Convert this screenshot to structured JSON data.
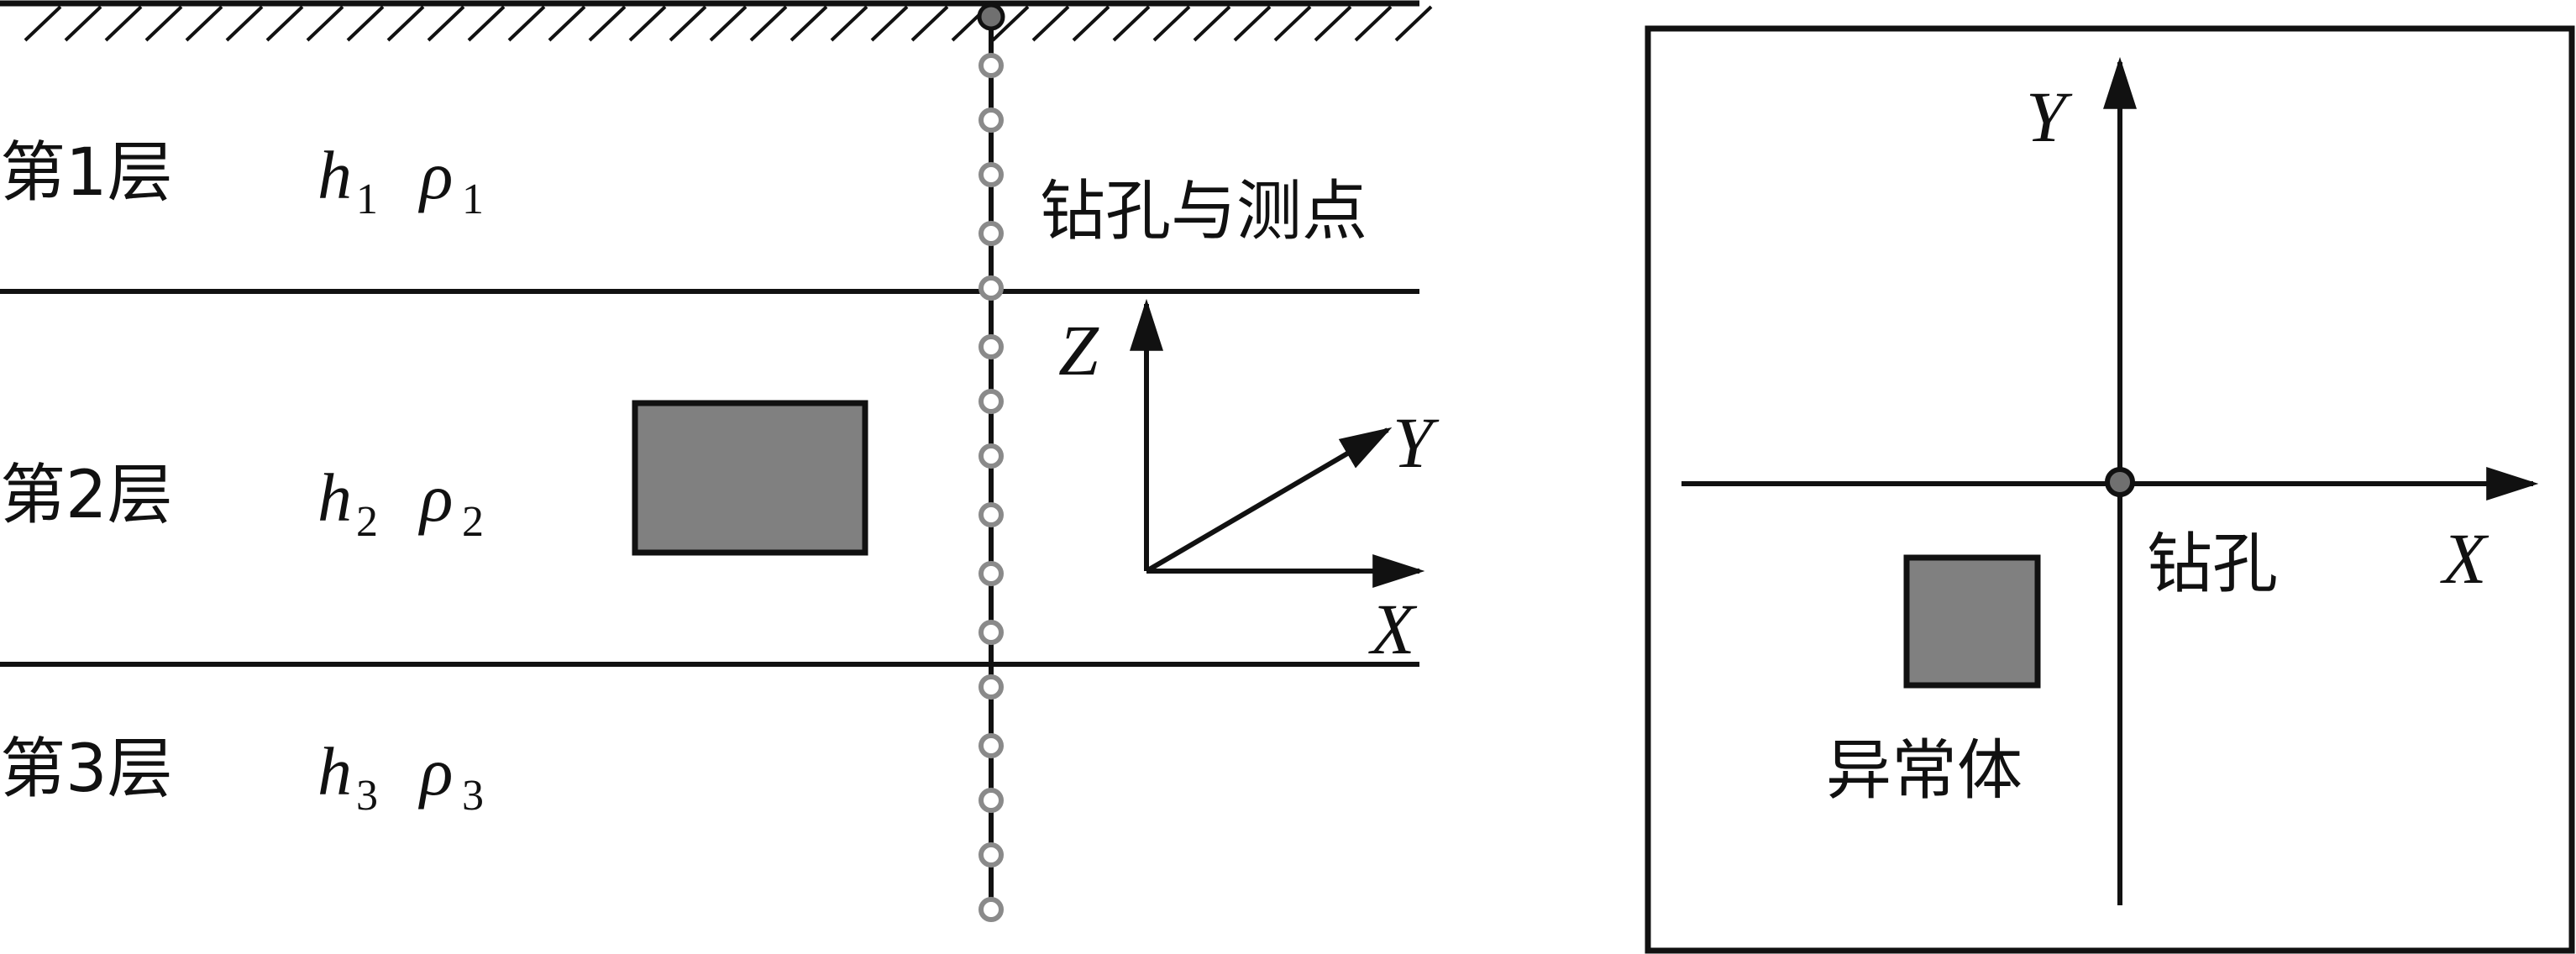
{
  "section_view": {
    "layers": [
      {
        "label": "第1层",
        "h_symbol": "h",
        "h_sub": "1",
        "rho_symbol": "ρ",
        "rho_sub": "1"
      },
      {
        "label": "第2层",
        "h_symbol": "h",
        "h_sub": "2",
        "rho_symbol": "ρ",
        "rho_sub": "2"
      },
      {
        "label": "第3层",
        "h_symbol": "h",
        "h_sub": "3",
        "rho_symbol": "ρ",
        "rho_sub": "3"
      }
    ],
    "borehole_label": "钻孔与测点",
    "axes": {
      "z": "Z",
      "y": "Y",
      "x": "X"
    }
  },
  "plan_view": {
    "axes": {
      "y": "Y",
      "x": "X"
    },
    "borehole_label": "钻孔",
    "anomaly_label": "异常体"
  },
  "colors": {
    "line": "#111111",
    "anomaly_fill": "#808080",
    "point_stroke": "#8a8a8a",
    "borehole_dot": "#707070"
  }
}
